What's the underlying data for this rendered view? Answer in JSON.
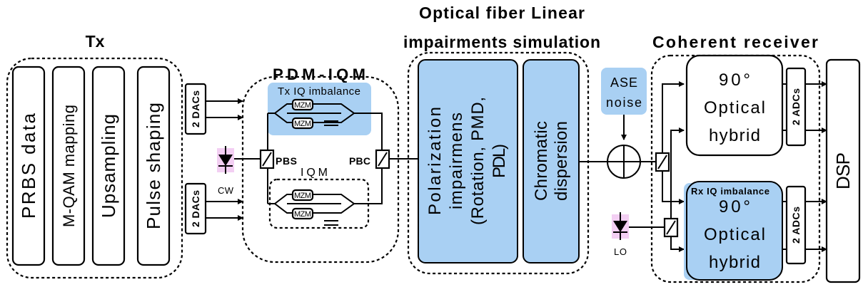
{
  "headings": {
    "tx": "Tx",
    "pdm_iqm": "PDM-IQM",
    "fiber_line1": "Optical fiber Linear",
    "fiber_line2": "impairments simulation",
    "receiver": "Coherent receiver"
  },
  "tx_blocks": [
    "PRBS data",
    "M-QAM mapping",
    "Upsampling",
    "Pulse shaping"
  ],
  "dacs": [
    "2 DACs",
    "2 DACs"
  ],
  "modulator": {
    "tx_iq_imbalance": "Tx IQ imbalance",
    "iqm": "IQM",
    "mzm": "MZM",
    "pbs": "PBS",
    "pbc": "PBC",
    "cw": "CW"
  },
  "fiber": {
    "polarization_line1": "Polarization",
    "polarization_line2": "impairmens",
    "polarization_line3": "(Rotation, PMD,",
    "polarization_line4": "PDL)",
    "chromatic_line1": "Chromatic",
    "chromatic_line2": "dispersion"
  },
  "noise": {
    "ase_line1": "ASE",
    "ase_line2": "noise"
  },
  "receiver": {
    "hybrid_line1": "90°",
    "hybrid_line2": "Optical",
    "hybrid_line3": "hybrid",
    "rx_iq_imbalance": "Rx IQ imbalance",
    "adcs": [
      "2 ADCs",
      "2 ADCs"
    ],
    "lo": "LO",
    "dsp": "DSP"
  },
  "colors": {
    "impairment_fill": "#a9d0f3",
    "laser_highlight": "#f3cff3"
  }
}
